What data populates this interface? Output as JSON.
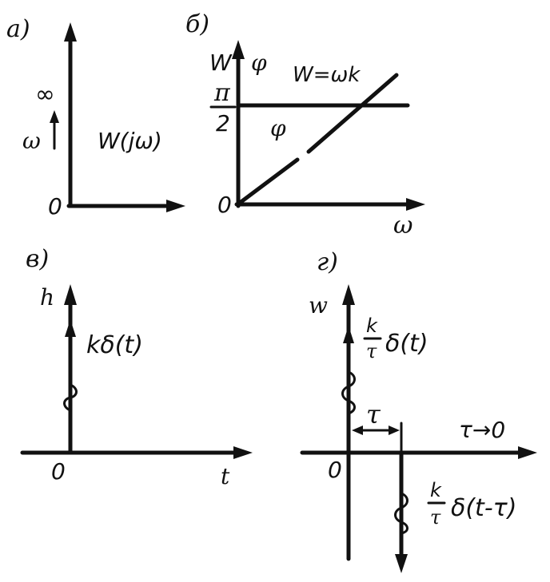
{
  "panel_a": {
    "label": "а)",
    "infinity": "∞",
    "omega": "ω",
    "origin": "0",
    "function": "W(jω)"
  },
  "panel_b": {
    "label": "б)",
    "y_label_w": "W",
    "y_label_phi": "φ",
    "pi": "π",
    "two": "2",
    "phi": "φ",
    "line_label": "W=ωk",
    "origin": "0",
    "x_label": "ω"
  },
  "panel_v": {
    "label": "в)",
    "y_label": "h",
    "impulse_label": "kδ(t)",
    "origin": "0",
    "x_label": "t"
  },
  "panel_g": {
    "label": "г)",
    "y_label": "w",
    "k": "k",
    "tau_den": "τ",
    "delta_up": "δ(t)",
    "tau": "τ",
    "limit": "τ→0",
    "origin": "0",
    "k2": "k",
    "tau_den2": "τ",
    "delta_down": "δ(t-τ)"
  }
}
